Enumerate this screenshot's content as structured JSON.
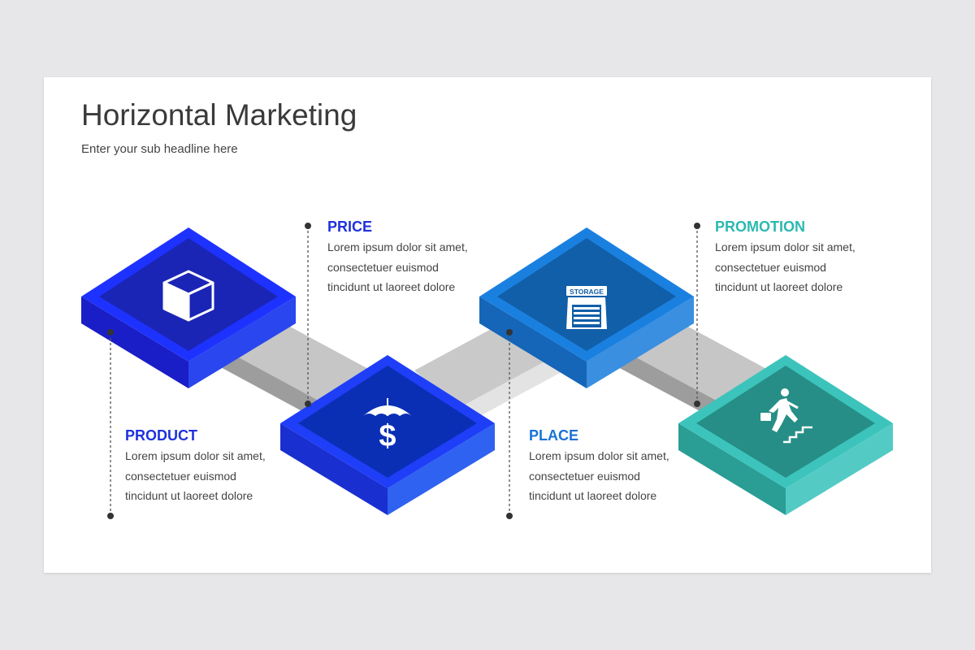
{
  "slide": {
    "title": "Horizontal Marketing",
    "subtitle": "Enter your sub headline here"
  },
  "steps": [
    {
      "label": "PRODUCT",
      "color": "#1e32dc",
      "icon": "box-icon",
      "lines": [
        "Lorem ipsum dolor sit amet,",
        "consectetuer euismod",
        "tincidunt ut laoreet dolore"
      ]
    },
    {
      "label": "PRICE",
      "color": "#1e32dc",
      "icon": "umbrella-dollar-icon",
      "lines": [
        "Lorem ipsum dolor sit amet,",
        "consectetuer euismod",
        "tincidunt ut laoreet dolore"
      ]
    },
    {
      "label": "PLACE",
      "color": "#1a72d6",
      "icon": "storage-icon",
      "icon_text": "STORAGE",
      "lines": [
        "Lorem ipsum dolor sit amet,",
        "consectetuer euismod",
        "tincidunt ut laoreet dolore"
      ]
    },
    {
      "label": "PROMOTION",
      "color": "#2bb9b0",
      "icon": "climbing-stairs-icon",
      "lines": [
        "Lorem ipsum dolor sit amet,",
        "consectetuer euismod",
        "tincidunt ut laoreet dolore"
      ]
    }
  ]
}
